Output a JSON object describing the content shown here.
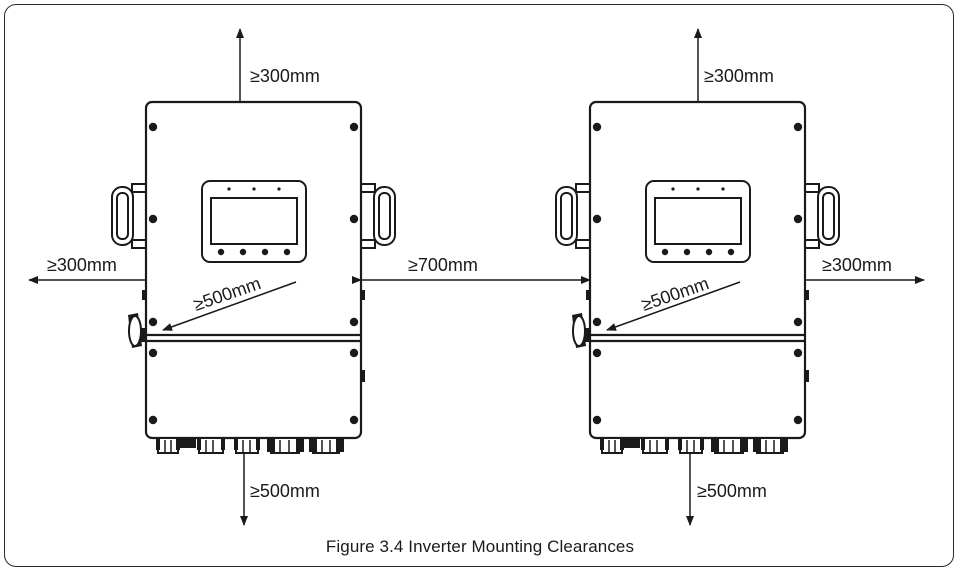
{
  "figure": {
    "caption": "Figure 3.4 Inverter Mounting Clearances"
  },
  "clearances": {
    "top_left": "≥300mm",
    "top_right": "≥300mm",
    "side_left": "≥300mm",
    "side_right": "≥300mm",
    "between_units": "≥700mm",
    "front_left": "≥500mm",
    "front_right": "≥500mm",
    "bottom_left": "≥500mm",
    "bottom_right": "≥500mm"
  },
  "colors": {
    "line": "#1a1a1a",
    "background": "#ffffff",
    "screen": "#ffffff"
  },
  "icons": {
    "inverter": "inverter-unit-icon",
    "handle": "carry-handle-icon",
    "screw": "screw-icon",
    "display": "lcd-display-icon",
    "switch": "dc-switch-icon",
    "gland": "cable-gland-icon"
  }
}
